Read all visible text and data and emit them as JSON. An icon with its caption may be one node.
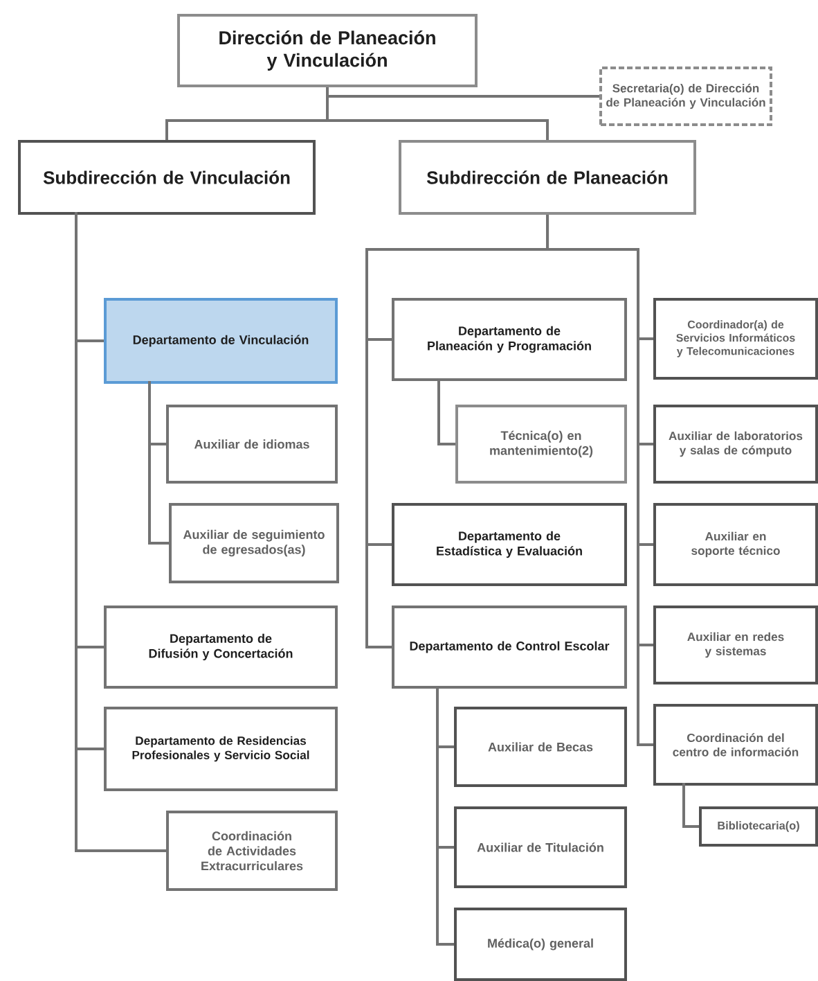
{
  "diagram": {
    "nodes": [
      {
        "text": [
          "Dirección de Planeación y Vinculación"
        ]
      },
      {
        "text": [
          "Secretaria(o) de Dirección de Planeación y Vinculación"
        ]
      },
      {
        "text": [
          "Subdirección de Vinculación"
        ]
      },
      {
        "text": [
          "Subdirección de Planeación"
        ]
      },
      {
        "text": [
          "Departamento de Vinculación"
        ]
      },
      {
        "text": [
          "Auxiliar de idiomas"
        ]
      },
      {
        "text": [
          "Auxiliar de seguimiento de egresados(as)"
        ]
      },
      {
        "text": [
          "Departamento de Difusión y Concertación"
        ]
      },
      {
        "text": [
          "Departamento de Residencias Profesionales y Servicio Social"
        ]
      },
      {
        "text": [
          "Coordinación de Actividades Extracurriculares"
        ]
      },
      {
        "text": [
          "Departamento de Planeación y Programación"
        ]
      },
      {
        "text": [
          "Técnica(o) en mantenimiento(2)"
        ]
      },
      {
        "text": [
          "Departamento de Estadística y Evaluación"
        ]
      },
      {
        "text": [
          "Departamento de Control Escolar"
        ]
      },
      {
        "text": [
          "Auxiliar de Becas"
        ]
      },
      {
        "text": [
          "Auxiliar de Titulación"
        ]
      },
      {
        "text": [
          "Médica(o) general"
        ]
      },
      {
        "text": [
          "Coordinador(a) de Servicios Informáticos y Telecomunicaciones"
        ]
      },
      {
        "text": [
          "Auxiliar de laboratorios y salas de cómputo"
        ]
      },
      {
        "text": [
          "Auxiliar en soporte técnico"
        ]
      },
      {
        "text": [
          "Auxiliar en redes y sistemas"
        ]
      },
      {
        "text": [
          "Coordinación del centro de información"
        ]
      },
      {
        "text": [
          "Bibliotecaria(o)"
        ]
      }
    ],
    "edges": [
      {
        "from": 0,
        "to": 1,
        "arrow": "none"
      },
      {
        "from": 0,
        "to": 2,
        "arrow": "none"
      },
      {
        "from": 0,
        "to": 3,
        "arrow": "none"
      },
      {
        "from": 2,
        "to": 4,
        "arrow": "none"
      },
      {
        "from": 4,
        "to": 5,
        "arrow": "none"
      },
      {
        "from": 4,
        "to": 6,
        "arrow": "none"
      },
      {
        "from": 2,
        "to": 7,
        "arrow": "none"
      },
      {
        "from": 2,
        "to": 8,
        "arrow": "none"
      },
      {
        "from": 2,
        "to": 9,
        "arrow": "none"
      },
      {
        "from": 3,
        "to": 10,
        "arrow": "none"
      },
      {
        "from": 10,
        "to": 11,
        "arrow": "none"
      },
      {
        "from": 3,
        "to": 12,
        "arrow": "none"
      },
      {
        "from": 3,
        "to": 13,
        "arrow": "none"
      },
      {
        "from": 13,
        "to": 14,
        "arrow": "none"
      },
      {
        "from": 13,
        "to": 15,
        "arrow": "none"
      },
      {
        "from": 13,
        "to": 16,
        "arrow": "none"
      },
      {
        "from": 3,
        "to": 17,
        "arrow": "none"
      },
      {
        "from": 3,
        "to": 18,
        "arrow": "none"
      },
      {
        "from": 3,
        "to": 19,
        "arrow": "none"
      },
      {
        "from": 3,
        "to": 20,
        "arrow": "none"
      },
      {
        "from": 3,
        "to": 21,
        "arrow": "none"
      },
      {
        "from": 21,
        "to": 22,
        "arrow": "none"
      }
    ]
  }
}
